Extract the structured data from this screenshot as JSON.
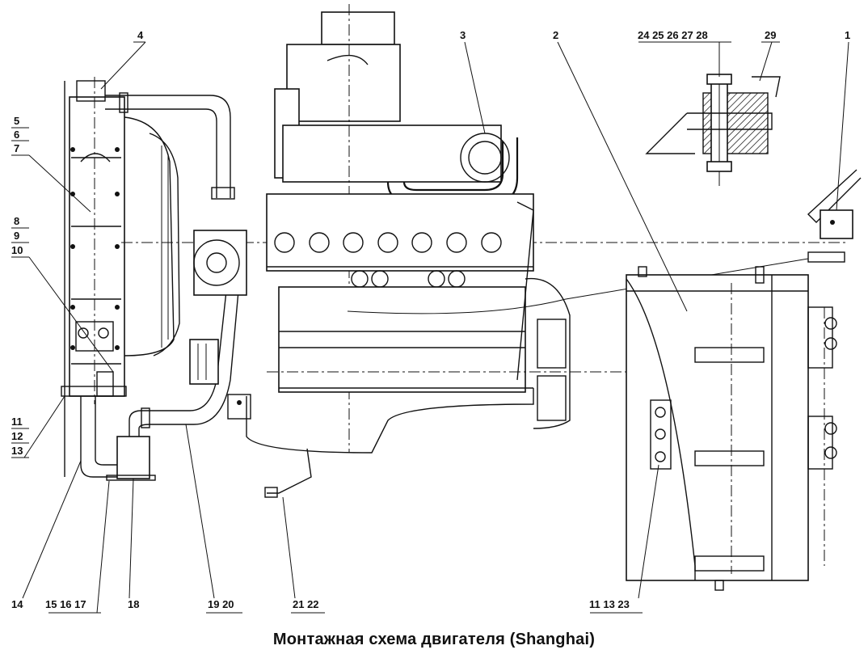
{
  "caption": "Монтажная схема двигателя (Shanghai)",
  "callouts": {
    "c1": "1",
    "c2": "2",
    "c3": "3",
    "c4": "4",
    "c5": "5",
    "c6": "6",
    "c7": "7",
    "c8": "8",
    "c9": "9",
    "c10": "10",
    "c11": "11",
    "c12": "12",
    "c13": "13",
    "c14": "14",
    "c15_16_17": "15 16 17",
    "c18": "18",
    "c19_20": "19 20",
    "c21_22": "21 22",
    "c11_13_23": "11 13 23",
    "c24_28": "24 25 26 27 28",
    "c29": "29"
  }
}
